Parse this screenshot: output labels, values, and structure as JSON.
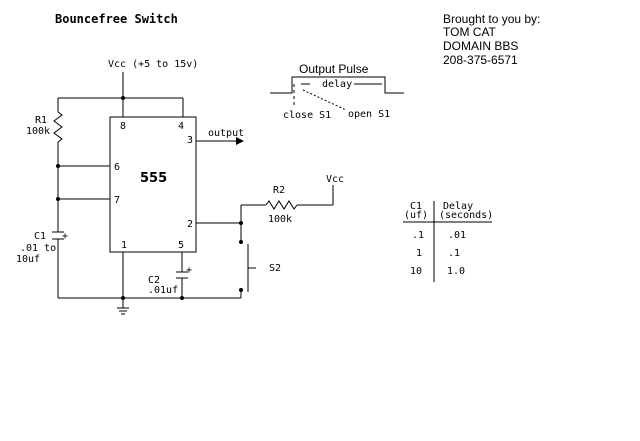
{
  "title": "Bouncefree Switch",
  "credits": {
    "line1": "Brought to you by:",
    "line2": "TOM CAT",
    "line3": "DOMAIN BBS",
    "line4": "208-375-6571"
  },
  "vcc_top": "Vcc (+5 to 15v)",
  "chip": {
    "name": "555",
    "pins": {
      "p8": "8",
      "p4": "4",
      "p3": "3",
      "p6": "6",
      "p7": "7",
      "p2": "2",
      "p1": "1",
      "p5": "5"
    }
  },
  "output_label": "output",
  "r1": {
    "name": "R1",
    "value": "100k"
  },
  "c1": {
    "name": "C1",
    "value_line1": ".01 to",
    "value_line2": "10uf",
    "polarity": "+"
  },
  "c2": {
    "name": "C2",
    "value": ".01uf",
    "polarity": "+"
  },
  "r2": {
    "name": "R2",
    "value": "100k"
  },
  "vcc_right": "Vcc",
  "s2": "S2",
  "pulse": {
    "title": "Output Pulse",
    "delay": "delay",
    "close": "close S1",
    "open": "open S1"
  },
  "table": {
    "col1_header_line1": "C1",
    "col1_header_line2": "(uf)",
    "col2_header_line1": "Delay",
    "col2_header_line2": "(seconds)",
    "rows": [
      {
        "c1": ".1",
        "delay": ".01"
      },
      {
        "c1": "1",
        "delay": ".1"
      },
      {
        "c1": "10",
        "delay": "1.0"
      }
    ]
  }
}
